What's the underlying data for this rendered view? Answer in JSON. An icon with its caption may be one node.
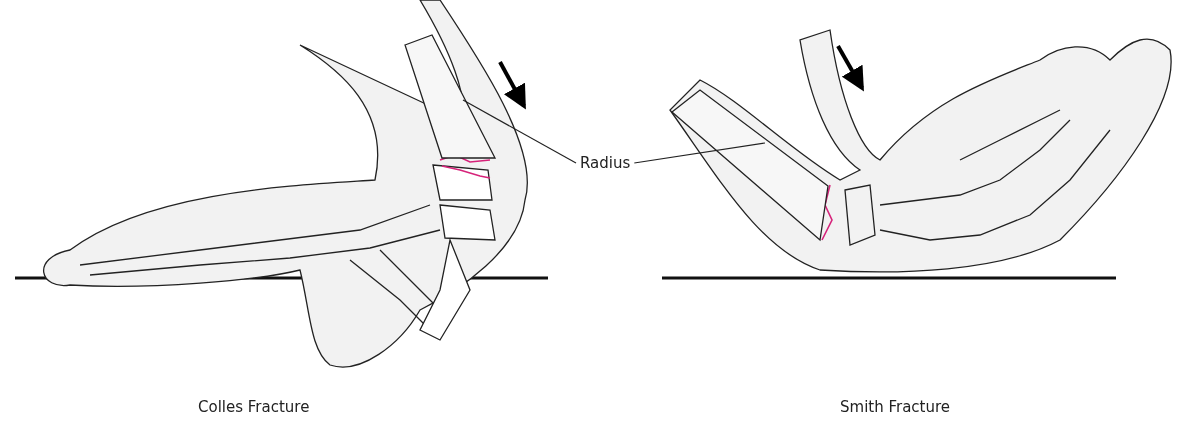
{
  "diagram": {
    "nodes": [
      {
        "text": [
          "Radius"
        ]
      },
      {
        "text": [],
        "shape": "picture"
      },
      {
        "text": [],
        "shape": "picture"
      }
    ],
    "edges": [
      {
        "from": 0,
        "to": 1,
        "arrow": "none"
      },
      {
        "from": 0,
        "to": 2,
        "arrow": "none"
      }
    ],
    "labels": [
      "Colles Fracture",
      "Smith Fracture"
    ]
  }
}
